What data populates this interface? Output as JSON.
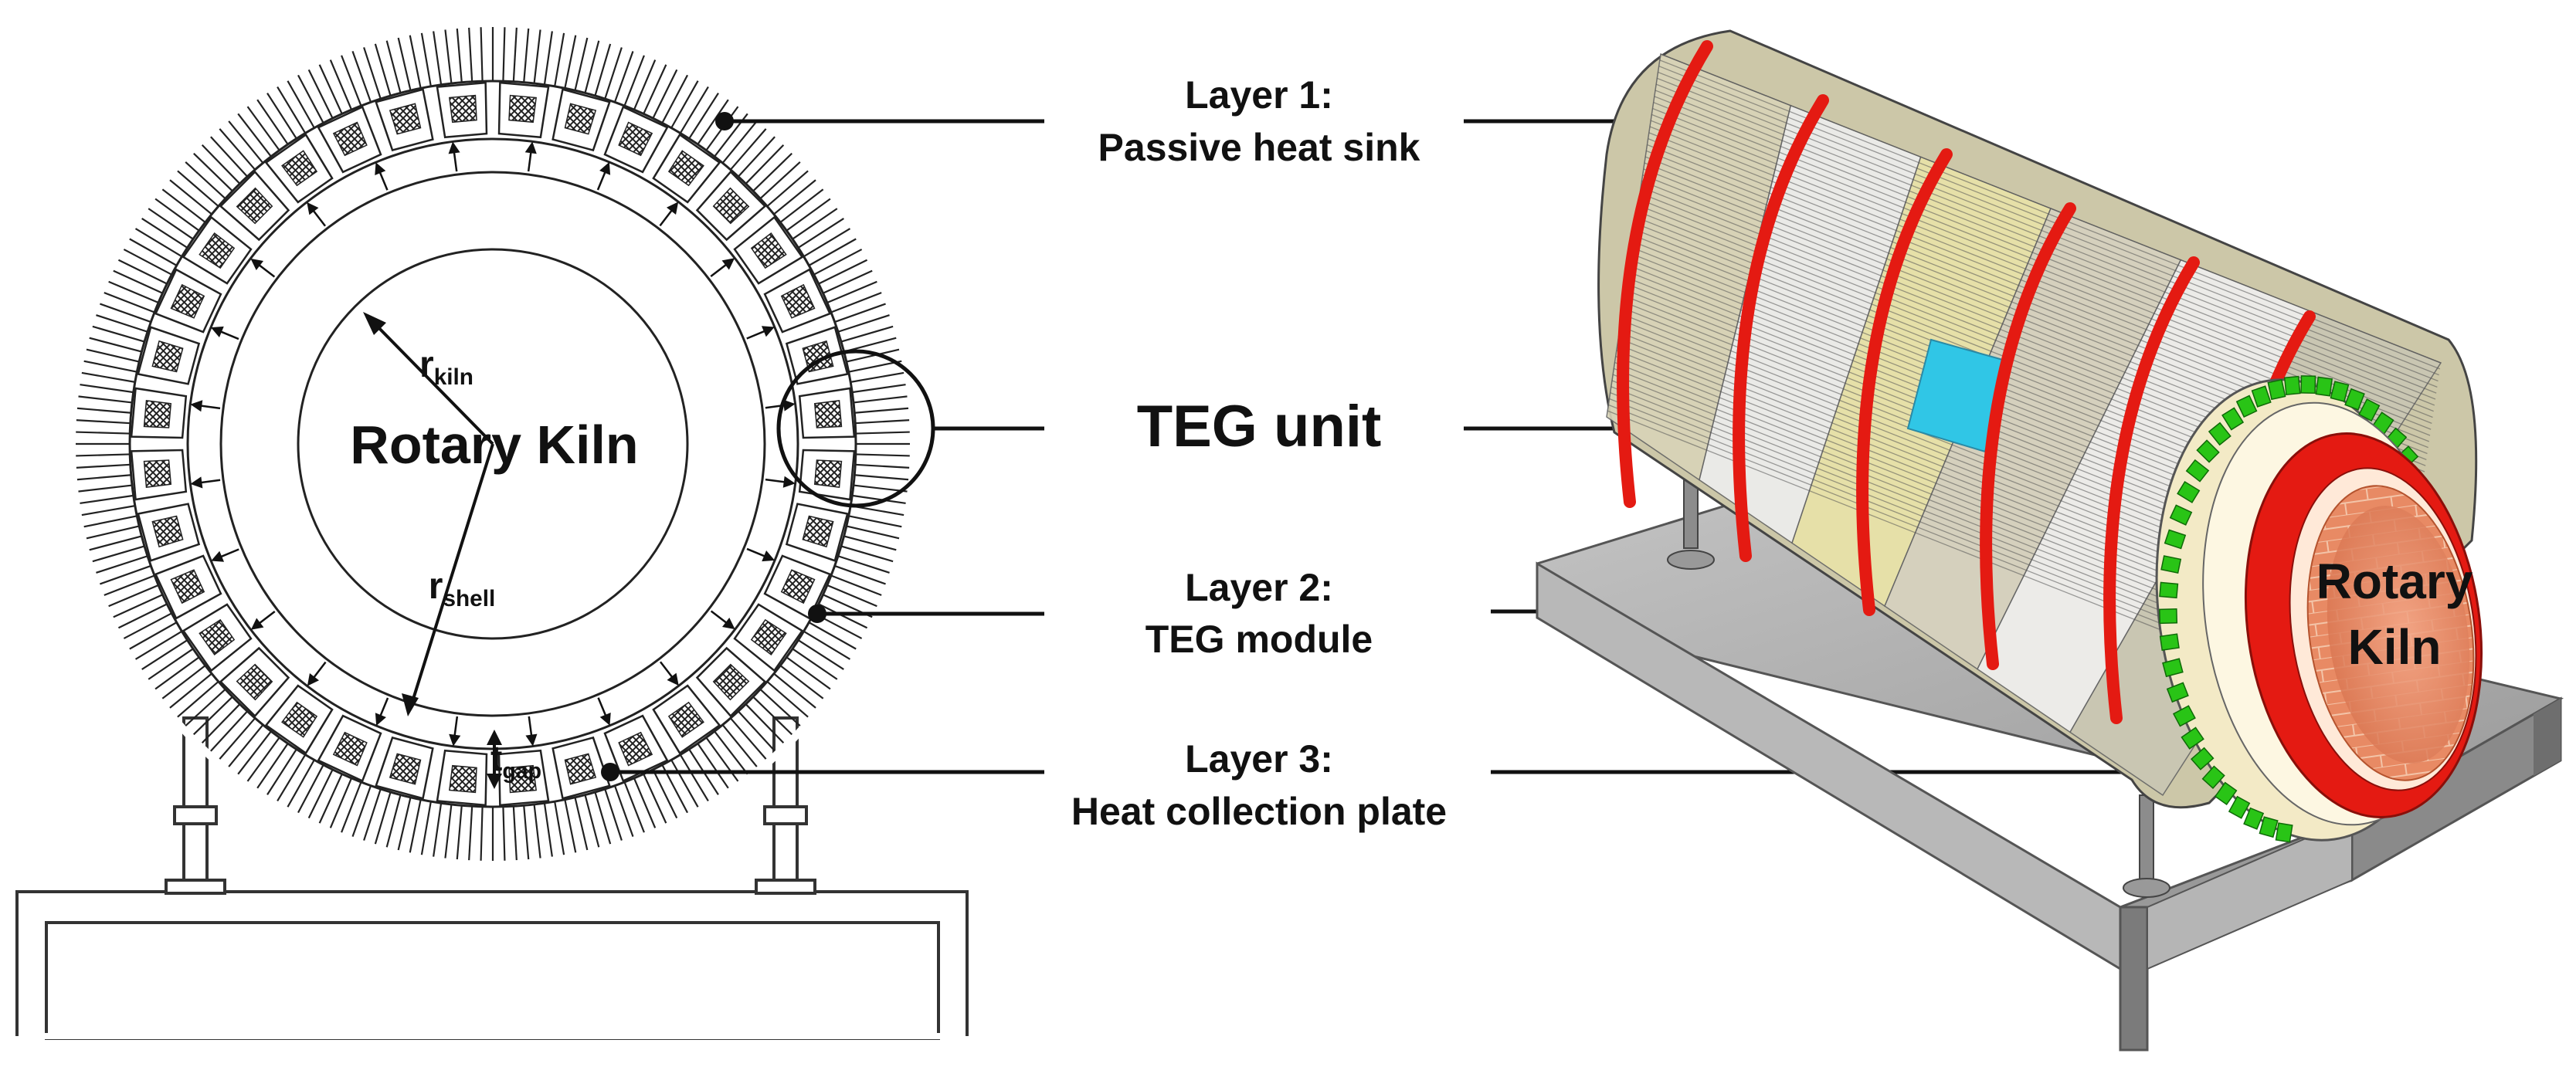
{
  "kiln_label": "Rotary Kiln",
  "r_kiln": {
    "main": "r",
    "sub": "kiln"
  },
  "r_shell": {
    "main": "r",
    "sub": "shell"
  },
  "t_gap": {
    "main": "t",
    "sub": "gap"
  },
  "callouts": {
    "layer1": {
      "line1": "Layer 1:",
      "line2": "Passive heat sink"
    },
    "teg_unit": "TEG unit",
    "layer2": {
      "line1": "Layer 2:",
      "line2": "TEG module"
    },
    "layer3": {
      "line1": "Layer 3:",
      "line2": "Heat collection plate"
    }
  },
  "kiln_3d_label": {
    "line1": "Rotary",
    "line2": "Kiln"
  },
  "colors": {
    "ring_red": "#e41a12",
    "teg_green": "#29c416",
    "highlight_cyan": "#30c6e6",
    "fin_yellow": "#ece6aa",
    "brick": "#e8825c",
    "base_gray": "#a9a9a9"
  }
}
